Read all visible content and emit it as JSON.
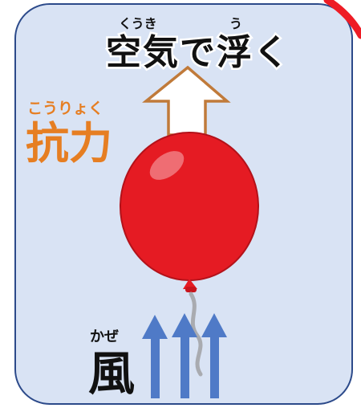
{
  "title": {
    "main": "空気で浮く",
    "ruby_kuuki": "くうき",
    "ruby_u": "う"
  },
  "force": {
    "label": "抗力",
    "ruby": "こうりょく",
    "color": "#e67e22"
  },
  "wind": {
    "label": "風",
    "ruby": "かぜ",
    "arrow_count": 3,
    "arrow_color": "#4f7ac7"
  },
  "colors": {
    "background": "#d9e3f4",
    "border": "#2c4a8a",
    "balloon": "#e51b23",
    "lift_arrow_fill": "#ffffff",
    "lift_arrow_stroke": "#c07a3a",
    "corner_mark": "#ee1c25"
  },
  "icons": {
    "balloon": "red-balloon",
    "lift_arrow": "up-arrow-outline",
    "wind_arrows": "up-arrow-filled"
  }
}
